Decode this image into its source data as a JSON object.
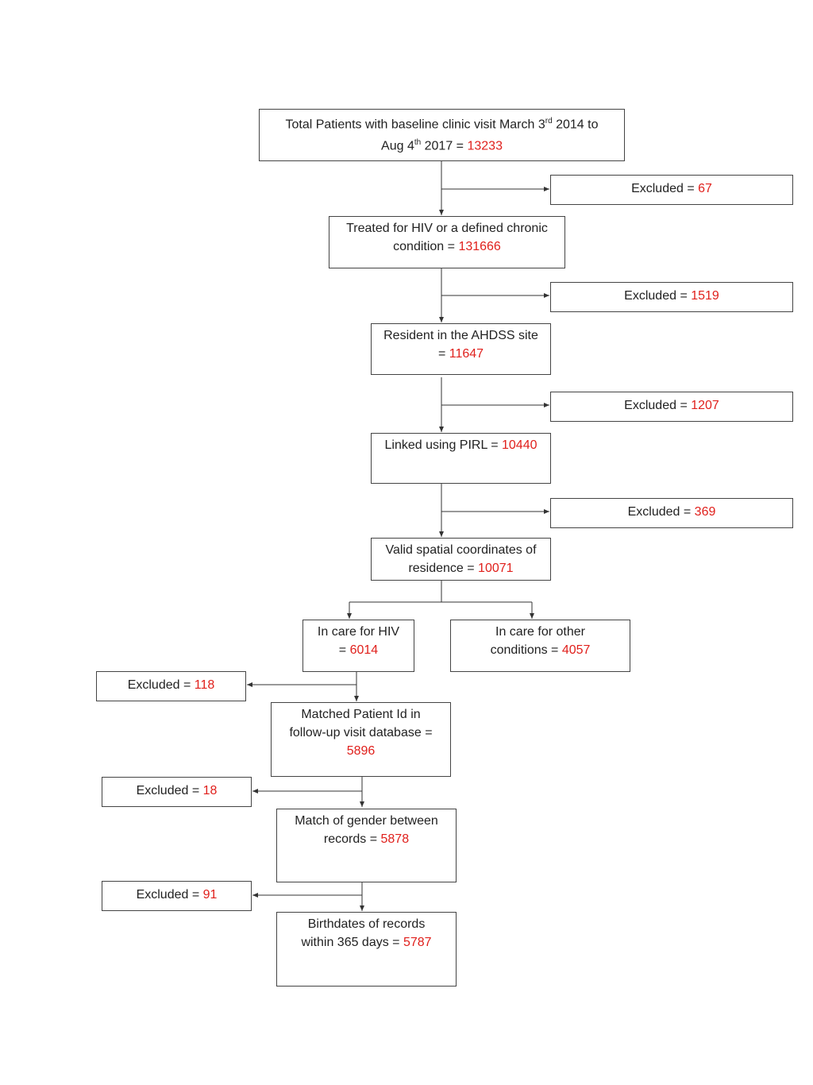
{
  "total": {
    "line1_prefix": "Total Patients with baseline clinic visit March 3",
    "line1_sup": "rd",
    "line1_suffix": " 2014 to",
    "line2_prefix": "Aug 4",
    "line2_sup": "th",
    "line2_text": " 2017 = ",
    "value": "13233"
  },
  "treated": {
    "line1": "Treated for HIV or a defined chronic",
    "line2": "condition  = ",
    "value": "131666"
  },
  "resident": {
    "line1": "Resident in the AHDSS site",
    "line2": "= ",
    "value": "11647"
  },
  "linked": {
    "line1": "Linked using PIRL = ",
    "value": "10440"
  },
  "valid": {
    "line1": "Valid spatial coordinates of",
    "line2": "residence = ",
    "value": "10071"
  },
  "hiv": {
    "line1": "In care for HIV",
    "line2": "= ",
    "value": "6014"
  },
  "other": {
    "line1": "In care for other",
    "line2": "conditions  = ",
    "value": "4057"
  },
  "matched": {
    "line1": "Matched  Patient Id in",
    "line2": "follow-up visit database =",
    "value": "5896"
  },
  "gender": {
    "line1": "Match of gender between",
    "line2": "records = ",
    "value": "5878"
  },
  "birth": {
    "line1": "Birthdates of records",
    "line2": "within 365 days = ",
    "value": "5787"
  },
  "excluded_label": "Excluded = ",
  "excluded": [
    "67",
    "1519",
    "1207",
    "369",
    "118",
    "18",
    "91"
  ]
}
